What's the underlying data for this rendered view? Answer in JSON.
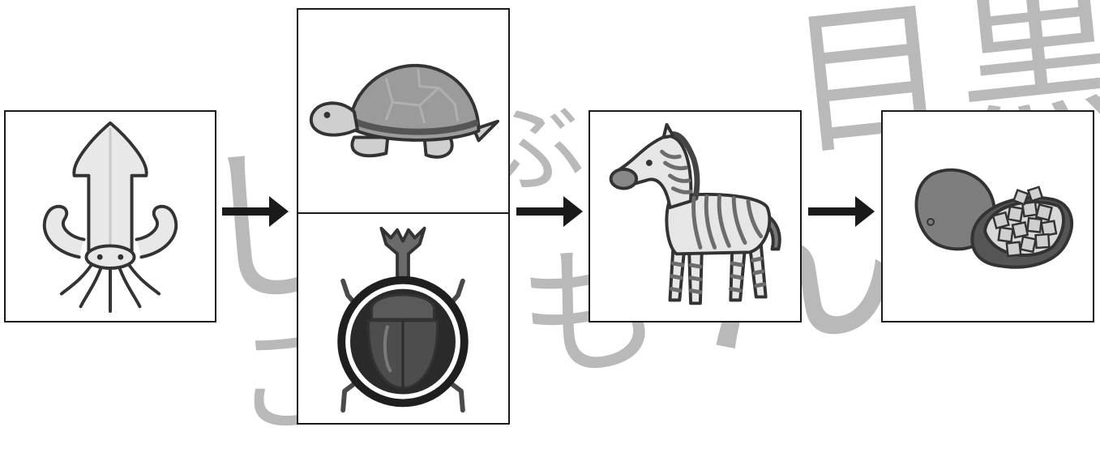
{
  "watermark": {
    "chars": [
      "し",
      "ぶ",
      "こ",
      "も",
      "ん",
      "目",
      "黒"
    ],
    "color": "#b9b9b9"
  },
  "diagram": {
    "type": "shiritori-chain",
    "panels": [
      {
        "id": "squid",
        "icon": "squid-icon"
      },
      {
        "id": "turtle",
        "icon": "turtle-icon"
      },
      {
        "id": "beetle",
        "icon": "beetle-icon"
      },
      {
        "id": "zebra",
        "icon": "zebra-icon"
      },
      {
        "id": "mango",
        "icon": "mango-icon"
      }
    ],
    "arrows": [
      "arrow-right-icon",
      "arrow-right-icon",
      "arrow-right-icon"
    ]
  }
}
